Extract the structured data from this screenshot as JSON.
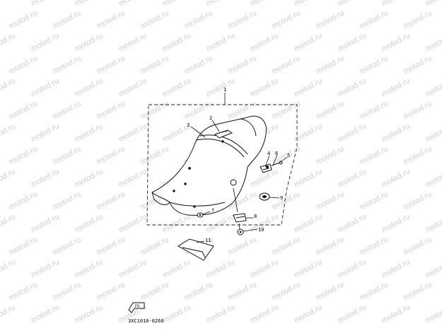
{
  "watermark": {
    "text": "motod.ru",
    "color": "#cfcfcf"
  },
  "callouts": {
    "c1": "1",
    "c2": "2",
    "c3": "3",
    "c4": "4",
    "c5": "5",
    "c6": "6",
    "c7": "7",
    "c8": "8",
    "c9": "9",
    "c10": "10",
    "c11": "11"
  },
  "part_code": "3XC1010-0260",
  "icon": "front-arrow-icon"
}
